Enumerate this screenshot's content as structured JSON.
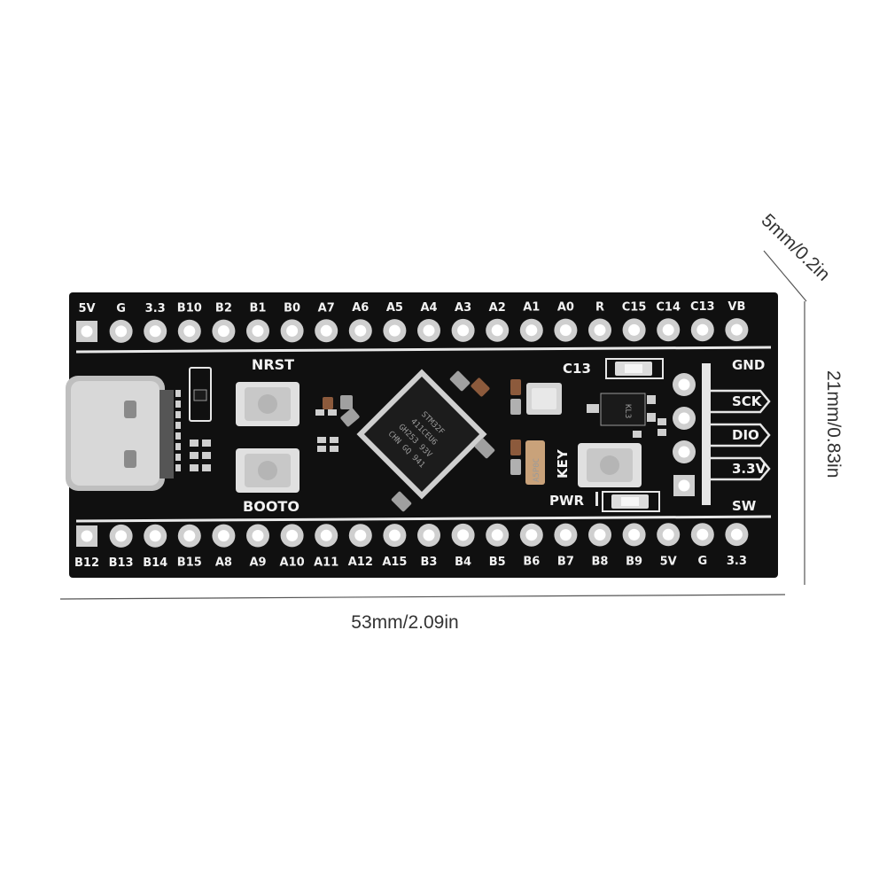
{
  "dimensions": {
    "thickness": "5mm/0.2in",
    "height": "21mm/0.83in",
    "width": "53mm/2.09in"
  },
  "board": {
    "top_pins": [
      "5V",
      "G",
      "3.3",
      "B10",
      "B2",
      "B1",
      "B0",
      "A7",
      "A6",
      "A5",
      "A4",
      "A3",
      "A2",
      "A1",
      "A0",
      "R",
      "C15",
      "C14",
      "C13",
      "VB"
    ],
    "bottom_pins": [
      "B12",
      "B13",
      "B14",
      "B15",
      "A8",
      "A9",
      "A10",
      "A11",
      "A12",
      "A15",
      "B3",
      "B4",
      "B5",
      "B6",
      "B7",
      "B8",
      "B9",
      "5V",
      "G",
      "3.3"
    ],
    "swd_pins": [
      "GND",
      "SCK",
      "DIO",
      "3.3V",
      "SW"
    ],
    "nrst_label": "NRST",
    "boot_label": "BOOTO",
    "key_label": "KEY",
    "pwr_label": "PWR",
    "c13_label": "C13",
    "chip_lines": [
      "STM32F",
      "411CEU6",
      "GH253 93V",
      "CHN GQ 941"
    ],
    "crystal_label": "A5P0C",
    "regulator_label": "KL3"
  },
  "colors": {
    "pcb": "#101010",
    "silkscreen": "#f2f2f2",
    "pad": "#cfcfcf",
    "background": "#ffffff"
  }
}
